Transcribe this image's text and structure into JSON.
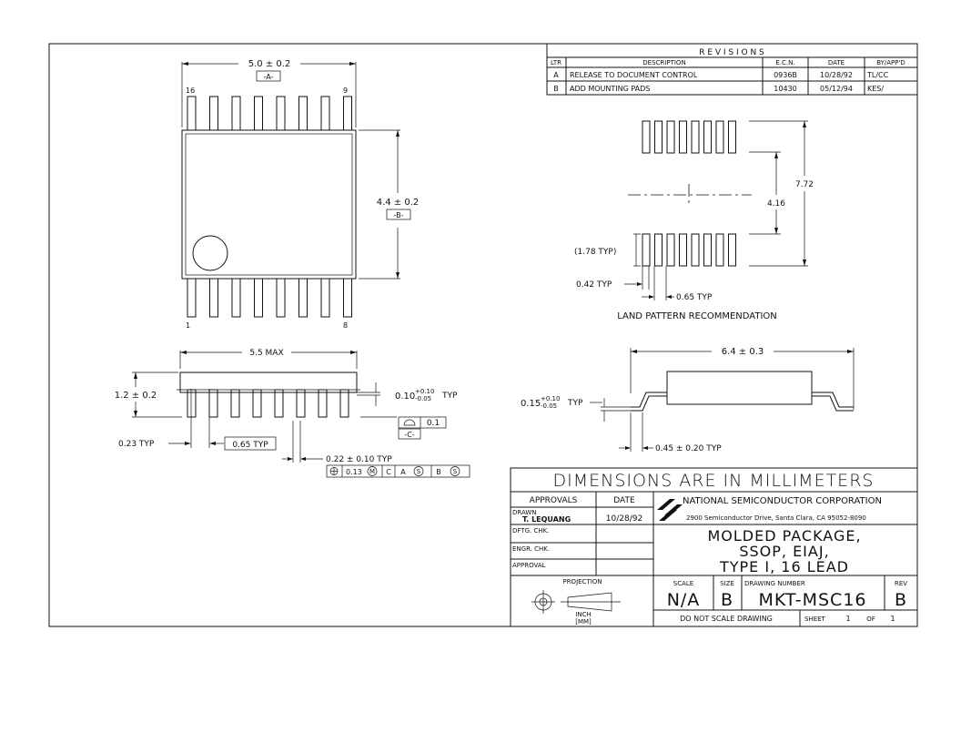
{
  "revisions": {
    "title": "R E V I S I O N S",
    "headers": [
      "LTR",
      "DESCRIPTION",
      "E.C.N.",
      "DATE",
      "BY/APP'D"
    ],
    "rows": [
      [
        "A",
        "RELEASE TO DOCUMENT CONTROL",
        "0936B",
        "10/28/92",
        "TL/CC"
      ],
      [
        "B",
        "ADD MOUNTING PADS",
        "10430",
        "05/12/94",
        "KES/"
      ]
    ]
  },
  "top_view": {
    "width_dim": "5.0 ± 0.2",
    "datum_a": "-A-",
    "height_dim": "4.4 ± 0.2",
    "datum_b": "-B-",
    "pin16": "16",
    "pin9": "9",
    "pin1": "1",
    "pin8": "8"
  },
  "side_view": {
    "max_len": "5.5 MAX",
    "height": "1.2 ± 0.2",
    "lead_pitch": "0.65 TYP",
    "lead_left": "0.23 TYP",
    "standoff_base": "0.10",
    "standoff_plus": "+0.10",
    "standoff_minus": "-0.05",
    "standoff_suffix": "TYP",
    "datum_c": "-C-",
    "flatness_val": "0.1",
    "lead_width": "0.22 ± 0.10 TYP",
    "fcf": [
      "0.13",
      "M",
      "C",
      "A",
      "S",
      "B",
      "S"
    ]
  },
  "land_pattern": {
    "span": "7.72",
    "gap": "4.16",
    "pad_len": "(1.78 TYP)",
    "pad_width": "0.42 TYP",
    "pitch": "0.65 TYP",
    "caption": "LAND PATTERN RECOMMENDATION"
  },
  "end_view": {
    "span": "6.4 ± 0.3",
    "thick_base": "0.15",
    "thick_plus": "+0.10",
    "thick_minus": "-0.05",
    "thick_suffix": "TYP",
    "foot": "0.45 ± 0.20 TYP"
  },
  "title_block": {
    "units_banner": "DIMENSIONS ARE IN MILLIMETERS",
    "approvals_hdr": "APPROVALS",
    "date_hdr": "DATE",
    "drawn_label": "DRAWN",
    "drawn_name": "T. LEQUANG",
    "drawn_date": "10/28/92",
    "dftg_chk": "DFTG. CHK.",
    "engr_chk": "ENGR. CHK.",
    "approval": "APPROVAL",
    "company": "NATIONAL SEMICONDUCTOR CORPORATION",
    "address": "2900 Semiconductor Drive, Santa Clara, CA 95052-8090",
    "title_line1": "MOLDED PACKAGE,",
    "title_line2": "SSOP, EIAJ,",
    "title_line3": "TYPE I, 16 LEAD",
    "projection_label": "PROJECTION",
    "units_line1": "INCH",
    "units_line2": "[MM]",
    "scale_label": "SCALE",
    "scale_value": "N/A",
    "size_label": "SIZE",
    "size_value": "B",
    "drawing_number_label": "DRAWING NUMBER",
    "drawing_number": "MKT-MSC16",
    "rev_label": "REV",
    "rev_value": "B",
    "no_scale": "DO NOT SCALE DRAWING",
    "sheet_label": "SHEET",
    "sheet_num": "1",
    "of_label": "OF",
    "sheet_total": "1"
  }
}
